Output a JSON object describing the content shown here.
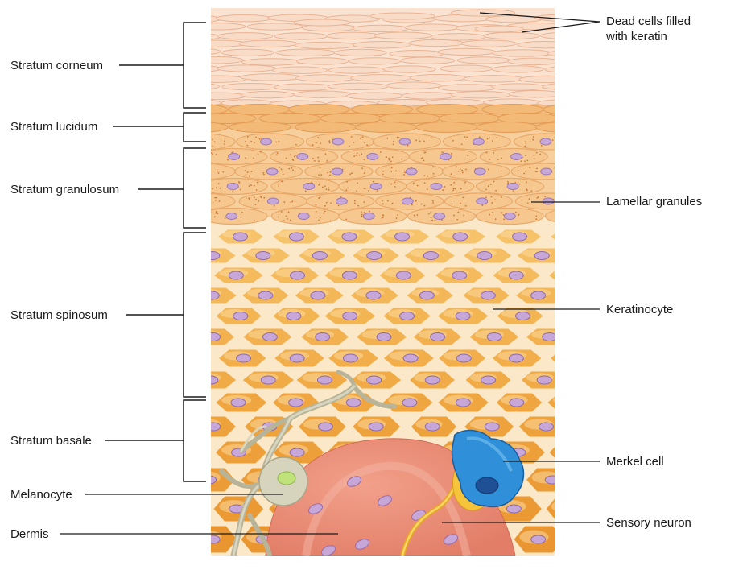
{
  "figure": {
    "labels_left": [
      {
        "id": "stratum-corneum",
        "text": "Stratum corneum"
      },
      {
        "id": "stratum-lucidum",
        "text": "Stratum lucidum"
      },
      {
        "id": "stratum-granulosum",
        "text": "Stratum granulosum"
      },
      {
        "id": "stratum-spinosum",
        "text": "Stratum spinosum"
      },
      {
        "id": "stratum-basale",
        "text": "Stratum basale"
      },
      {
        "id": "melanocyte",
        "text": "Melanocyte"
      },
      {
        "id": "dermis",
        "text": "Dermis"
      }
    ],
    "labels_right": [
      {
        "id": "dead-cells",
        "line1": "Dead cells filled",
        "line2": "with keratin"
      },
      {
        "id": "lamellar-granules",
        "text": "Lamellar granules"
      },
      {
        "id": "keratinocyte",
        "text": "Keratinocyte"
      },
      {
        "id": "merkel-cell",
        "text": "Merkel cell"
      },
      {
        "id": "sensory-neuron",
        "text": "Sensory neuron"
      }
    ],
    "colors": {
      "corneum": "#f9dcc8",
      "corneum_line": "#e8b394",
      "lucidum": "#f2b977",
      "granulosum": "#f6c88f",
      "spinosum": "#f4b556",
      "basale": "#efa23a",
      "dermis": "#e98a74",
      "nucleus": "#c7a6d8",
      "melanocyte": "#d8d6c0",
      "merkel": "#2f8fd8",
      "neuron": "#f5c43a",
      "label_line": "#1a1a1a"
    }
  }
}
